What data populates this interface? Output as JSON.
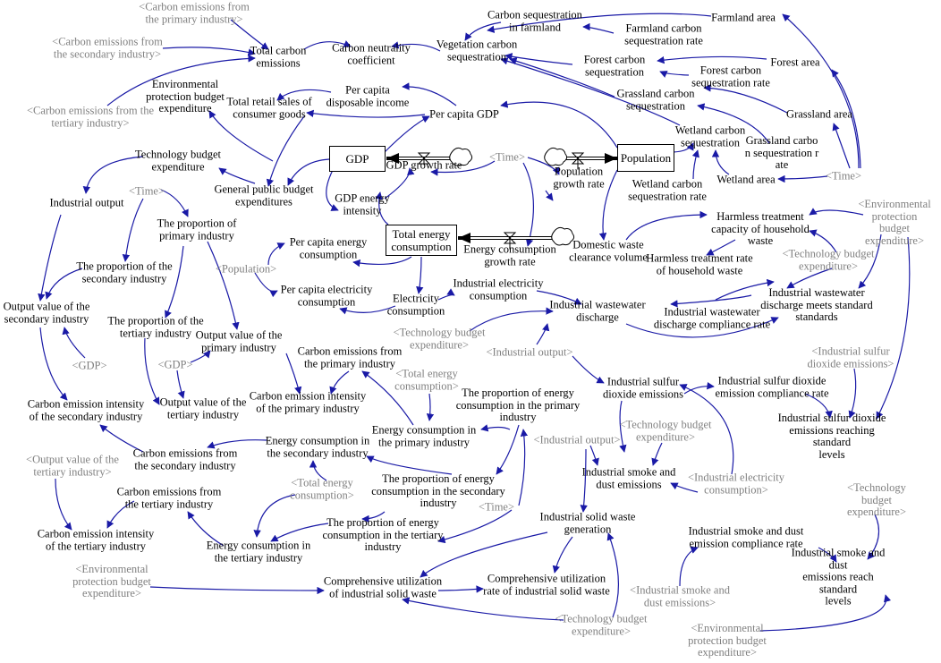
{
  "diagram": {
    "stocks": [
      {
        "id": "gdp",
        "text": "GDP"
      },
      {
        "id": "population",
        "text": "Population"
      },
      {
        "id": "total_energy",
        "text": "Total energy\nconsumption"
      }
    ],
    "variables": [
      {
        "id": "v_ce_primary_sh",
        "text": "<Carbon emissions from\nthe primary industry>",
        "shadow": true
      },
      {
        "id": "v_ce_secondary_sh",
        "text": "<Carbon emissions from\nthe secondary industry>",
        "shadow": true
      },
      {
        "id": "v_ce_tertiary_sh",
        "text": "<Carbon emissions from the\ntertiary industry>",
        "shadow": true
      },
      {
        "id": "v_total_ce",
        "text": "Total carbon\nemissions"
      },
      {
        "id": "v_neutrality",
        "text": "Carbon neutrality\ncoefficient"
      },
      {
        "id": "v_cs_farmland",
        "text": "Carbon sequestration\nin farmland"
      },
      {
        "id": "v_farmland_rate",
        "text": "Farmland carbon\nsequestration rate"
      },
      {
        "id": "v_farmland_area",
        "text": "Farmland area"
      },
      {
        "id": "v_veg_cs",
        "text": "Vegetation carbon\nsequestration"
      },
      {
        "id": "v_forest_cs",
        "text": "Forest carbon\nsequestration"
      },
      {
        "id": "v_forest_area",
        "text": "Forest area"
      },
      {
        "id": "v_forest_rate",
        "text": "Forest carbon\nsequestration rate"
      },
      {
        "id": "v_grass_cs",
        "text": "Grassland carbon\nsequestration"
      },
      {
        "id": "v_grass_area",
        "text": "Grassland area"
      },
      {
        "id": "v_grass_rate",
        "text": "Grassland carbo\nn sequestration r\nate"
      },
      {
        "id": "v_wet_cs",
        "text": "Wetland carbon\nsequestration"
      },
      {
        "id": "v_wet_area",
        "text": "Wetland area"
      },
      {
        "id": "v_wet_rate",
        "text": "Wetland carbon\nsequestration rate"
      },
      {
        "id": "v_time_right",
        "text": "<Time>",
        "shadow": true
      },
      {
        "id": "v_env_budget",
        "text": "Environmental\nprotection budget\nexpenditure"
      },
      {
        "id": "v_retail",
        "text": "Total retail sales of\nconsumer goods"
      },
      {
        "id": "v_income",
        "text": "Per capita\ndisposable income"
      },
      {
        "id": "v_pcgdp",
        "text": "Per capita GDP"
      },
      {
        "id": "v_tech_budget",
        "text": "Technology budget\nexpenditure"
      },
      {
        "id": "v_gdp_rate",
        "text": "GDP growth rate"
      },
      {
        "id": "v_time_mid",
        "text": "<Time>",
        "shadow": true
      },
      {
        "id": "v_pop_rate",
        "text": "Population\ngrowth rate"
      },
      {
        "id": "v_public_budget",
        "text": "General public budget\nexpenditures"
      },
      {
        "id": "v_ind_output",
        "text": "Industrial output"
      },
      {
        "id": "v_time_left",
        "text": "<Time>",
        "shadow": true
      },
      {
        "id": "v_gdp_intensity",
        "text": "GDP energy\nintensity"
      },
      {
        "id": "v_prop_primary",
        "text": "The proportion of\nprimary industry"
      },
      {
        "id": "v_pc_energy",
        "text": "Per capita energy\nconsumption"
      },
      {
        "id": "v_energy_rate",
        "text": "Energy consumption\ngrowth rate"
      },
      {
        "id": "v_waste_vol",
        "text": "Domestic waste\nclearance volume"
      },
      {
        "id": "v_harmless_cap",
        "text": "Harmless treatment\ncapacity of household\nwaste"
      },
      {
        "id": "v_harmless_rate",
        "text": "Harmless treatment rate\nof household waste"
      },
      {
        "id": "v_env_budget_sh1",
        "text": "<Environmental\nprotection budget\nexpenditure>",
        "shadow": true
      },
      {
        "id": "v_tech_budget_sh1",
        "text": "<Technology budget\nexpenditure>",
        "shadow": true
      },
      {
        "id": "v_population_sh",
        "text": "<Population>",
        "shadow": true
      },
      {
        "id": "v_prop_secondary",
        "text": "The proportion of the\nsecondary industry"
      },
      {
        "id": "v_pc_elec",
        "text": "Per capita electricity\nconsumption"
      },
      {
        "id": "v_elec",
        "text": "Electricity\nconsumption"
      },
      {
        "id": "v_ind_elec",
        "text": "Industrial electricity\nconsumption"
      },
      {
        "id": "v_ind_ww",
        "text": "Industrial wastewater\ndischarge"
      },
      {
        "id": "v_ww_compliance",
        "text": "Industrial wastewater\ndischarge compliance rate"
      },
      {
        "id": "v_ww_standard",
        "text": "Industrial wastewater\ndischarge meets standard\nstandards"
      },
      {
        "id": "v_out_secondary",
        "text": "Output value of the\nsecondary industry"
      },
      {
        "id": "v_prop_tertiary",
        "text": "The proportion of the\ntertiary industry"
      },
      {
        "id": "v_out_primary",
        "text": "Output value of the\nprimary industry"
      },
      {
        "id": "v_tech_budget_sh2",
        "text": "<Technology budget\nexpenditure>",
        "shadow": true
      },
      {
        "id": "v_ind_output_sh1",
        "text": "<Industrial output>",
        "shadow": true
      },
      {
        "id": "v_gdp_sh1",
        "text": "<GDP>",
        "shadow": true
      },
      {
        "id": "v_gdp_sh2",
        "text": "<GDP>",
        "shadow": true
      },
      {
        "id": "v_ce_primary",
        "text": "Carbon emissions from\nthe primary industry"
      },
      {
        "id": "v_total_energy_sh1",
        "text": "<Total energy\nconsumption>",
        "shadow": true
      },
      {
        "id": "v_sulfur_so2_sh",
        "text": "<Industrial sulfur\ndioxide emissions>",
        "shadow": true
      },
      {
        "id": "v_so2",
        "text": "Industrial sulfur\ndioxide emissions"
      },
      {
        "id": "v_so2_compliance",
        "text": "Industrial sulfur dioxide\nemission compliance rate"
      },
      {
        "id": "v_out_tertiary",
        "text": "Output value of the\ntertiary industry"
      },
      {
        "id": "v_ci_primary",
        "text": "Carbon emission intensity\nof the primary industry"
      },
      {
        "id": "v_ci_secondary",
        "text": "Carbon emission intensity\nof the secondary industry"
      },
      {
        "id": "v_prop_energy_primary",
        "text": "The proportion of energy\nconsumption in the primary\nindustry"
      },
      {
        "id": "v_energy_primary",
        "text": "Energy consumption in\nthe primary industry"
      },
      {
        "id": "v_tech_budget_sh3",
        "text": "<Technology budget\nexpenditure>",
        "shadow": true
      },
      {
        "id": "v_so2_standard",
        "text": "Industrial sulfur dioxide\nemissions reaching standard\nlevels"
      },
      {
        "id": "v_ind_output_sh2",
        "text": "<Industrial output>",
        "shadow": true
      },
      {
        "id": "v_energy_secondary",
        "text": "Energy consumption in\nthe secondary industry"
      },
      {
        "id": "v_ce_secondary",
        "text": "Carbon emissions from\nthe secondary industry"
      },
      {
        "id": "v_out_tertiary_sh",
        "text": "<Output value of the\ntertiary industry>",
        "shadow": true
      },
      {
        "id": "v_smoke",
        "text": "Industrial smoke and\ndust emissions"
      },
      {
        "id": "v_ind_elec_sh",
        "text": "<Industrial electricity\nconsumption>",
        "shadow": true
      },
      {
        "id": "v_prop_energy_secondary",
        "text": "The proportion of energy\nconsumption in the secondary\nindustry"
      },
      {
        "id": "v_total_energy_sh2",
        "text": "<Total energy\nconsumption>",
        "shadow": true
      },
      {
        "id": "v_tech_budget_sh4",
        "text": "<Technology budget\nexpenditure>",
        "shadow": true
      },
      {
        "id": "v_ce_tertiary",
        "text": "Carbon emissions from\nthe tertiary industry"
      },
      {
        "id": "v_time_bottom",
        "text": "<Time>",
        "shadow": true
      },
      {
        "id": "v_solid_waste",
        "text": "Industrial solid waste\ngeneration"
      },
      {
        "id": "v_ci_tertiary",
        "text": "Carbon emission intensity\nof the tertiary industry"
      },
      {
        "id": "v_prop_energy_tertiary",
        "text": "The proportion of energy\nconsumption in the tertiary\nindustry"
      },
      {
        "id": "v_energy_tertiary",
        "text": "Energy consumption in\nthe tertiary industry"
      },
      {
        "id": "v_smoke_compliance",
        "text": "Industrial smoke and dust\nemission compliance rate"
      },
      {
        "id": "v_smoke_standard",
        "text": "Industrial smoke and dust\nemissions reach standard\nlevels"
      },
      {
        "id": "v_env_budget_sh2",
        "text": "<Environmental\nprotection budget\nexpenditure>",
        "shadow": true
      },
      {
        "id": "v_comp_util",
        "text": "Comprehensive utilization\nof industrial solid waste"
      },
      {
        "id": "v_comp_util_rate",
        "text": "Comprehensive utilization\nrate of industrial solid waste"
      },
      {
        "id": "v_smoke_emissions_sh",
        "text": "<Industrial smoke and\ndust emissions>",
        "shadow": true
      },
      {
        "id": "v_tech_budget_sh5",
        "text": "<Technology budget\nexpenditure>",
        "shadow": true
      },
      {
        "id": "v_env_budget_sh3",
        "text": "<Environmental\nprotection budget\nexpenditure>",
        "shadow": true
      }
    ],
    "colors": {
      "link": "#1a1aa6",
      "shadow_text": "#808080",
      "text": "#000000",
      "flow": "#000000"
    }
  }
}
